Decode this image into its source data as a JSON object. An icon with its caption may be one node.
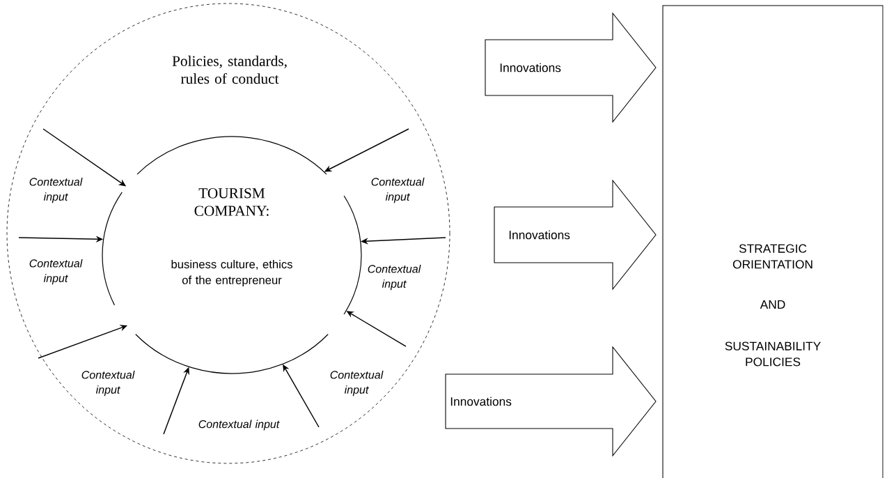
{
  "diagram": {
    "nodes": [
      {
        "text": [
          "Policies, standards, rules of conduct"
        ]
      },
      {
        "text": [
          "TOURISM COMPANY:",
          "business culture, ethics of the entrepreneur"
        ],
        "in": 0
      },
      {
        "text": [
          "STRATEGIC ORIENTATION",
          "AND",
          "SUSTAINABILITY POLICIES"
        ]
      },
      {
        "text": [
          "Innovations"
        ]
      },
      {
        "text": [
          "Innovations"
        ]
      },
      {
        "text": [
          "Innovations"
        ]
      }
    ],
    "edges": [
      {
        "from": null,
        "to": 1,
        "arrow": "to"
      },
      {
        "from": null,
        "to": 1,
        "arrow": "to"
      },
      {
        "from": null,
        "to": 1,
        "arrow": "to"
      },
      {
        "from": null,
        "to": 1,
        "arrow": "to"
      },
      {
        "from": null,
        "to": 1,
        "arrow": "to"
      },
      {
        "from": null,
        "to": 1,
        "arrow": "to"
      },
      {
        "from": null,
        "to": 1,
        "arrow": "to"
      },
      {
        "from": null,
        "to": 1,
        "arrow": "to"
      }
    ],
    "labels": [
      "Contextual input",
      "Contextual input",
      "Contextual input",
      "Contextual input",
      "Contextual input",
      "Contextual input",
      "Contextual input"
    ]
  }
}
